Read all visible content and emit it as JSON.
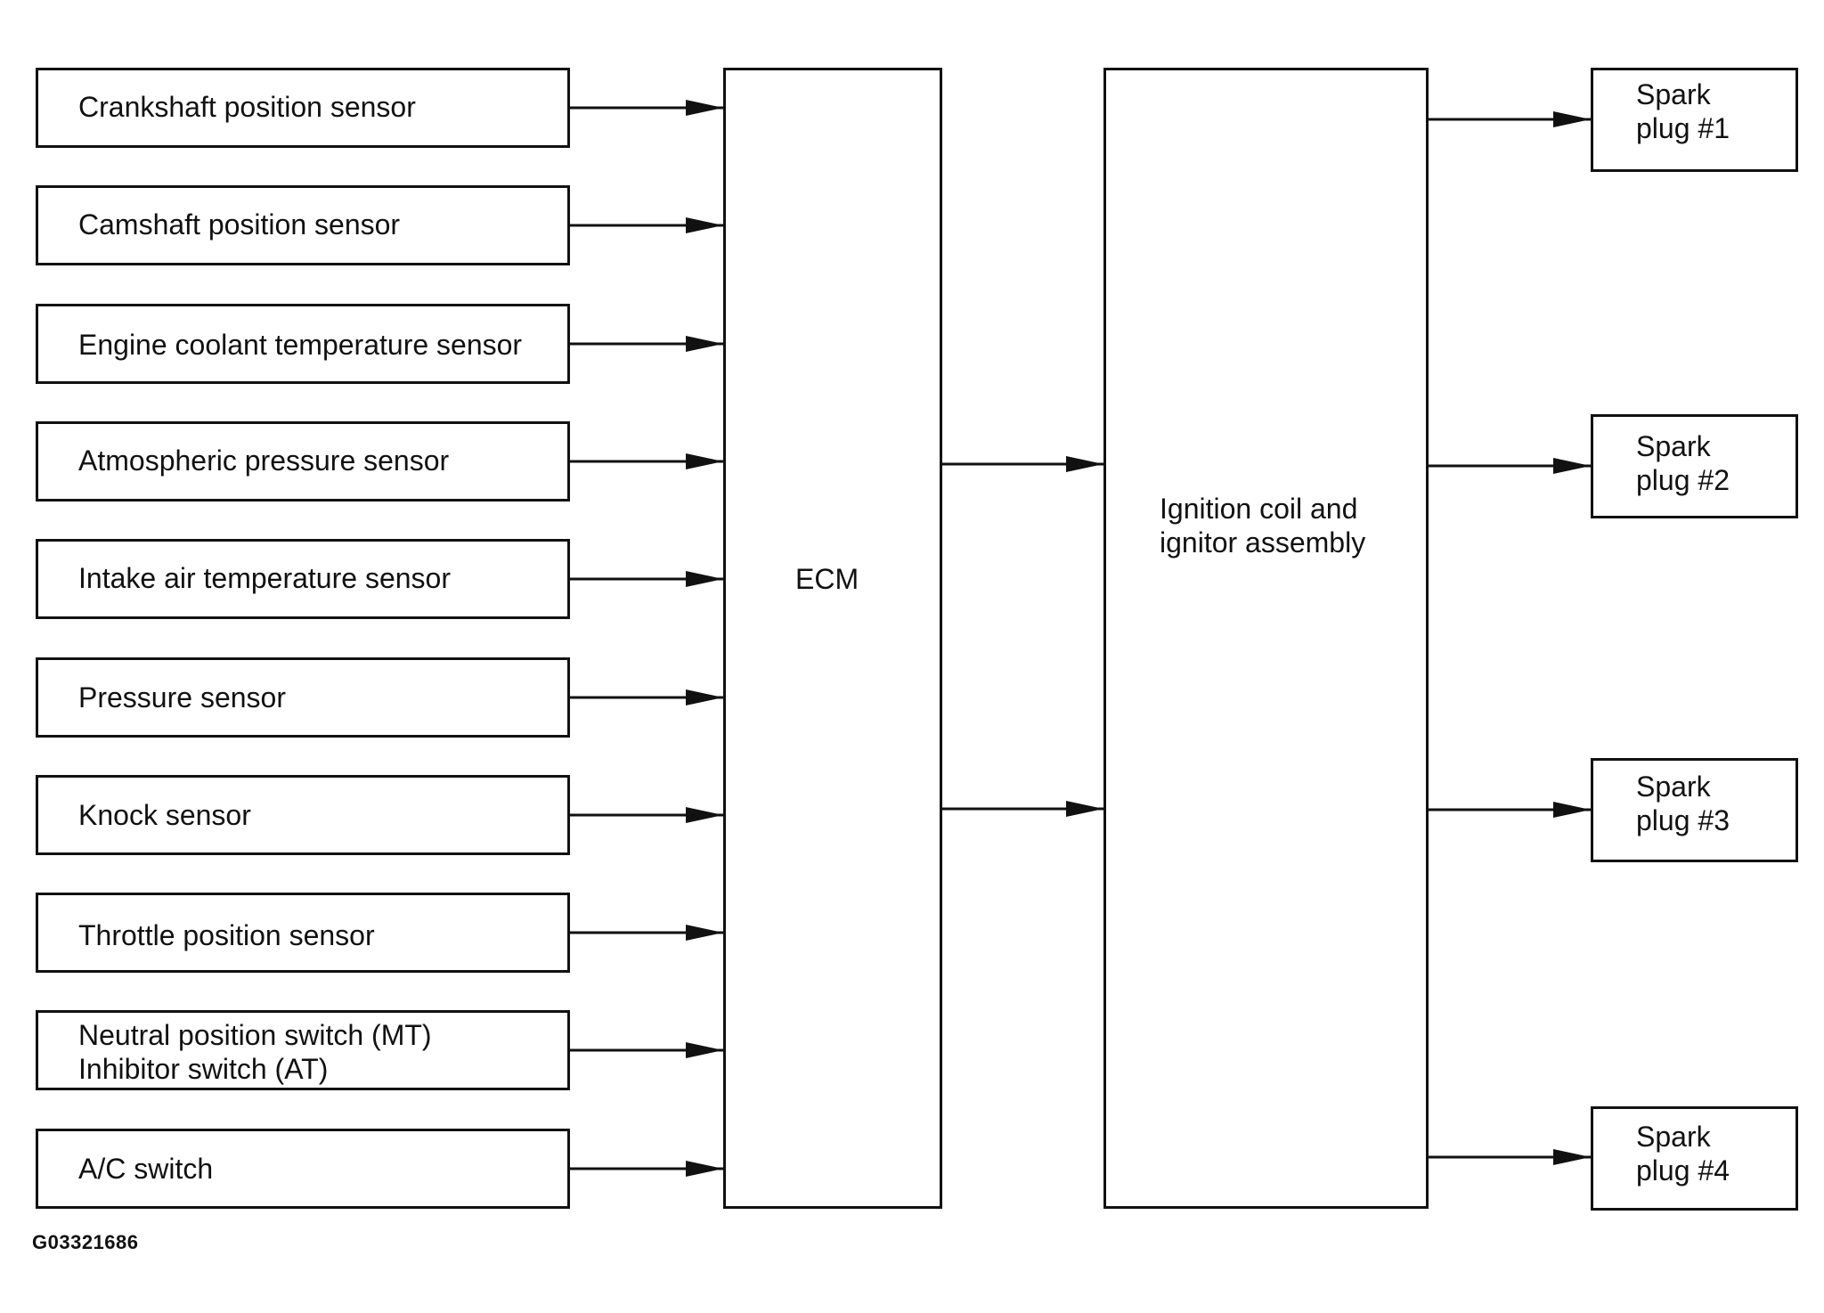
{
  "sensors": [
    {
      "label": "Crankshaft position sensor"
    },
    {
      "label": "Camshaft position sensor"
    },
    {
      "label": "Engine coolant temperature sensor"
    },
    {
      "label": "Atmospheric pressure sensor"
    },
    {
      "label": "Intake air temperature sensor"
    },
    {
      "label": "Pressure sensor"
    },
    {
      "label": "Knock sensor"
    },
    {
      "label": "Throttle position sensor"
    },
    {
      "label": "Neutral position switch (MT)\nInhibitor switch (AT)"
    },
    {
      "label": "A/C switch"
    }
  ],
  "ecm": {
    "label": "ECM"
  },
  "ignition": {
    "label": "Ignition coil and\nignitor assembly"
  },
  "spark_plugs": [
    {
      "label": "Spark\nplug #1"
    },
    {
      "label": "Spark\nplug #2"
    },
    {
      "label": "Spark\nplug #3"
    },
    {
      "label": "Spark\nplug #4"
    }
  ],
  "figure_code": "G03321686",
  "colors": {
    "line": "#111111",
    "background": "#ffffff"
  }
}
